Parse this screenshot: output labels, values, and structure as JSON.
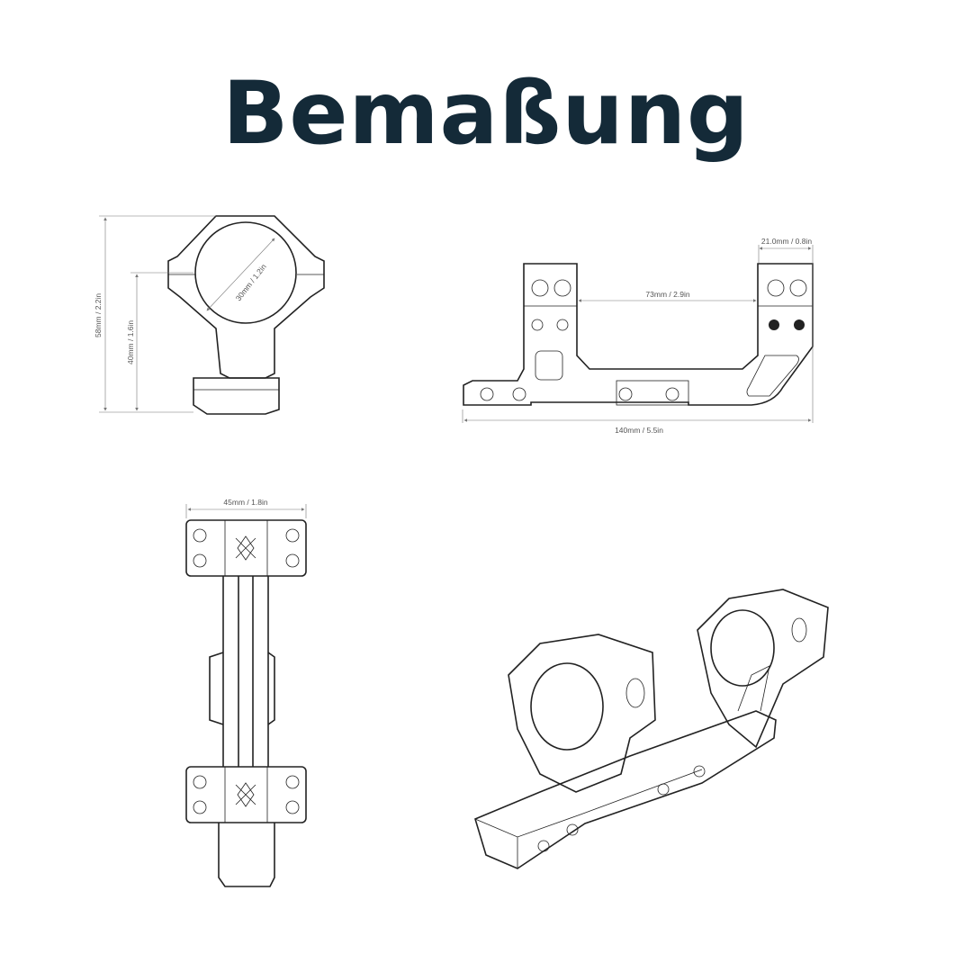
{
  "title": "Bemaßung",
  "colors": {
    "title": "#142a38",
    "lines": "#222222",
    "dimension": "#777777"
  },
  "views": {
    "front": {
      "height_total": "58mm / 2.2in",
      "height_center": "40mm / 1.6in",
      "ring_diameter": "30mm / 1.2in"
    },
    "side": {
      "ring_width": "21.0mm / 0.8in",
      "ring_spacing": "73mm / 2.9in",
      "length": "140mm / 5.5in"
    },
    "top": {
      "width": "45mm / 1.8in"
    }
  }
}
